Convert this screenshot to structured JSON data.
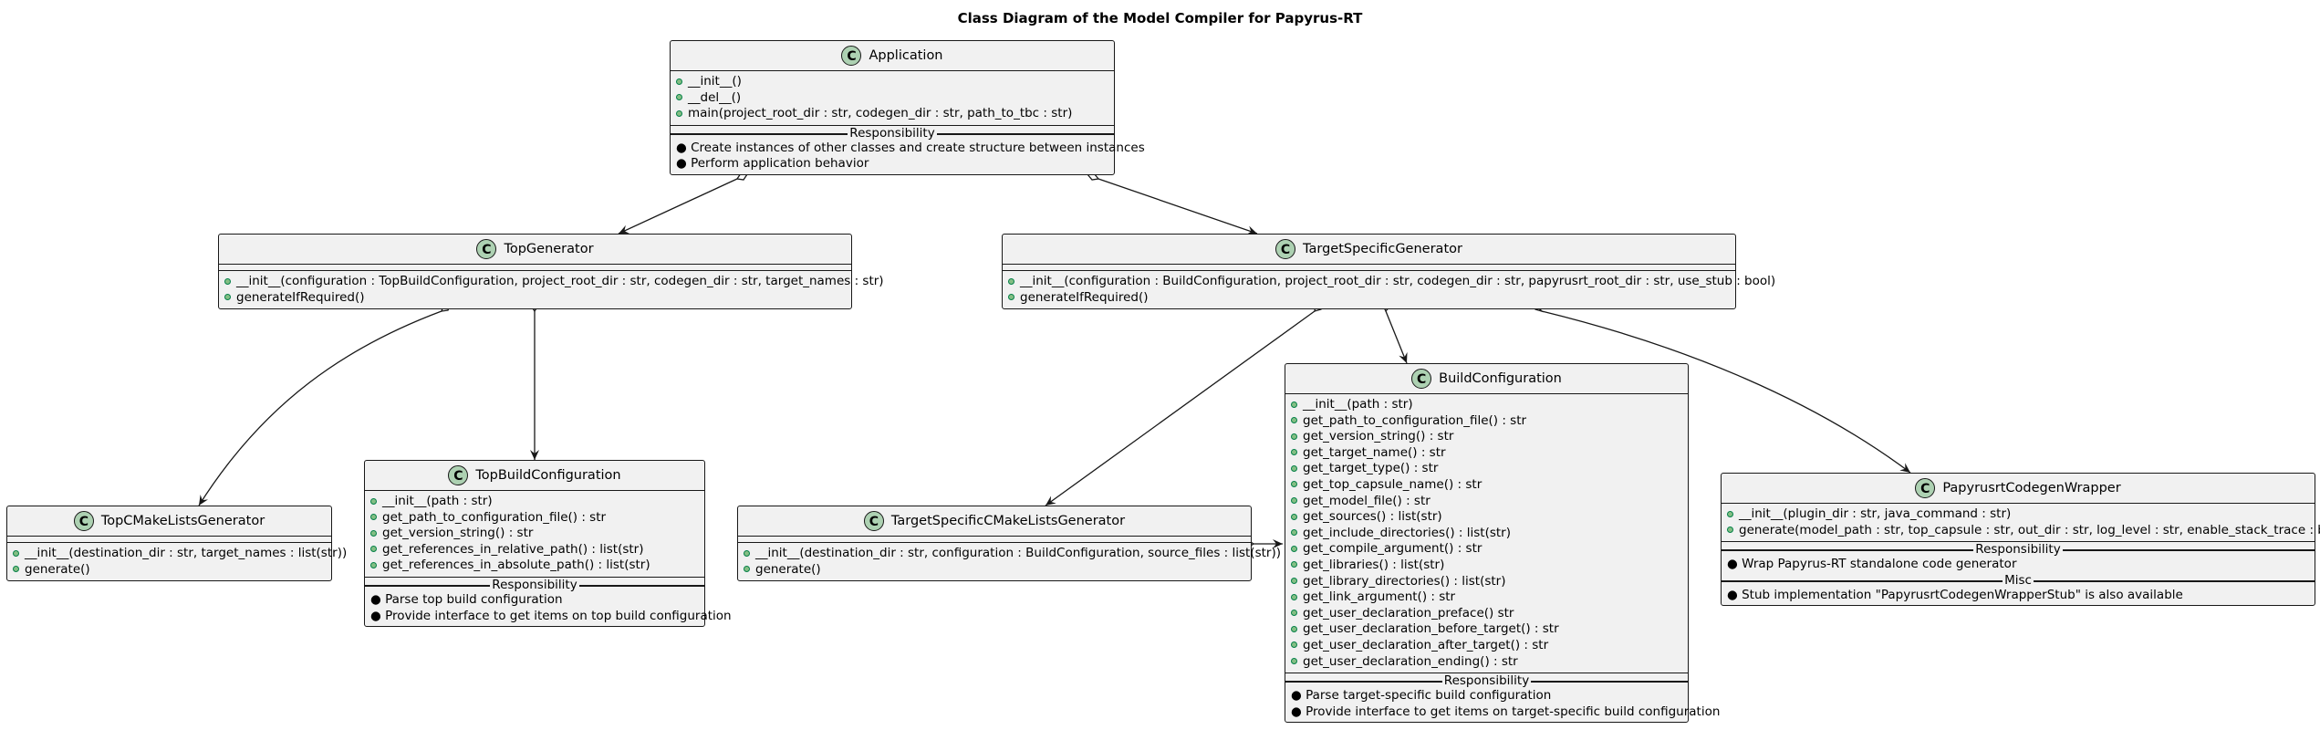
{
  "title": "Class Diagram of the Model Compiler for Papyrus-RT",
  "stereotype_letter": "C",
  "colors": {
    "class_fill": "#f1f1f1",
    "border": "#181818",
    "stereotype_fill": "#add1b2",
    "public_marker": "#84be84"
  },
  "classes": {
    "application": {
      "name": "Application",
      "methods": [
        "__init__()",
        "__del__()",
        "main(project_root_dir : str, codegen_dir : str, path_to_tbc : str)"
      ],
      "sections": [
        {
          "label": "Responsibility",
          "items": [
            "Create instances of other classes and create structure between instances",
            "Perform application behavior"
          ]
        }
      ]
    },
    "top_generator": {
      "name": "TopGenerator",
      "methods": [
        "__init__(configuration : TopBuildConfiguration, project_root_dir : str, codegen_dir : str, target_names : str)",
        "generateIfRequired()"
      ],
      "sections": []
    },
    "target_specific_generator": {
      "name": "TargetSpecificGenerator",
      "methods": [
        "__init__(configuration : BuildConfiguration, project_root_dir : str, codegen_dir : str, papyrusrt_root_dir : str, use_stub : bool)",
        "generateIfRequired()"
      ],
      "sections": []
    },
    "top_cmakelists_generator": {
      "name": "TopCMakeListsGenerator",
      "methods": [
        "__init__(destination_dir : str, target_names : list(str))",
        "generate()"
      ],
      "sections": []
    },
    "top_build_configuration": {
      "name": "TopBuildConfiguration",
      "methods": [
        "__init__(path : str)",
        "get_path_to_configuration_file() : str",
        "get_version_string() : str",
        "get_references_in_relative_path() : list(str)",
        "get_references_in_absolute_path() : list(str)"
      ],
      "sections": [
        {
          "label": "Responsibility",
          "items": [
            "Parse top build configuration",
            "Provide interface to get items on top build configuration"
          ]
        }
      ]
    },
    "target_specific_cmakelists_generator": {
      "name": "TargetSpecificCMakeListsGenerator",
      "methods": [
        "__init__(destination_dir : str, configuration : BuildConfiguration, source_files : list(str))",
        "generate()"
      ],
      "sections": []
    },
    "build_configuration": {
      "name": "BuildConfiguration",
      "methods": [
        "__init__(path : str)",
        "get_path_to_configuration_file() : str",
        "get_version_string() : str",
        "get_target_name() : str",
        "get_target_type() : str",
        "get_top_capsule_name() : str",
        "get_model_file() : str",
        "get_sources() : list(str)",
        "get_include_directories() : list(str)",
        "get_compile_argument() : str",
        "get_libraries() : list(str)",
        "get_library_directories() : list(str)",
        "get_link_argument() : str",
        "get_user_declaration_preface() str",
        "get_user_declaration_before_target() : str",
        "get_user_declaration_after_target() : str",
        "get_user_declaration_ending() : str"
      ],
      "sections": [
        {
          "label": "Responsibility",
          "items": [
            "Parse target-specific build configuration",
            "Provide interface to get items on target-specific build configuration"
          ]
        }
      ]
    },
    "papyrusrt_codegen_wrapper": {
      "name": "PapyrusrtCodegenWrapper",
      "methods": [
        "__init__(plugin_dir : str, java_command : str)",
        "generate(model_path : str, top_capsule : str, out_dir : str, log_level : str, enable_stack_trace : bool)"
      ],
      "sections": [
        {
          "label": "Responsibility",
          "items": [
            "Wrap Papyrus-RT standalone code generator"
          ]
        },
        {
          "label": "Misc",
          "items": [
            "Stub implementation \"PapyrusrtCodegenWrapperStub\" is also available"
          ]
        }
      ]
    }
  }
}
